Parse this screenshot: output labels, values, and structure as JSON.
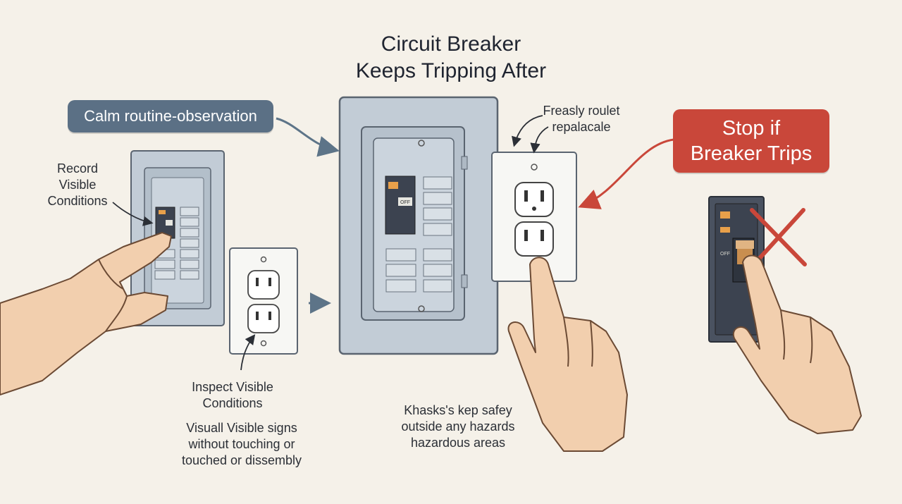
{
  "title": "Circuit Breaker\nKeeps Tripping After",
  "badges": {
    "calm": "Calm routine-observation",
    "stop": "Stop if\nBreaker Trips"
  },
  "labels": {
    "record": "Record\nVisible\nConditions",
    "inspect": "Inspect Visible\nConditions",
    "visual": "Visuall Visible signs\nwithout touching or\ntouched or dissembly",
    "khasks": "Khasks's kep safey\noutside any hazards\nhazardous areas",
    "freasly": "Freasly roulet\nrepalacale"
  },
  "breaker_labels": {
    "off": "OFF"
  },
  "colors": {
    "background": "#f5f1e9",
    "calm_badge": "#5b7085",
    "stop_badge": "#c9473a",
    "arrow_blue": "#5d7488",
    "arrow_red": "#c9473a",
    "panel": "#c2ccd6",
    "panel_dark": "#4a5260",
    "outlet": "#f7f7f4",
    "skin": "#f2cfae",
    "skin_line": "#6b4a34",
    "breaker_orange": "#e8a04a"
  }
}
